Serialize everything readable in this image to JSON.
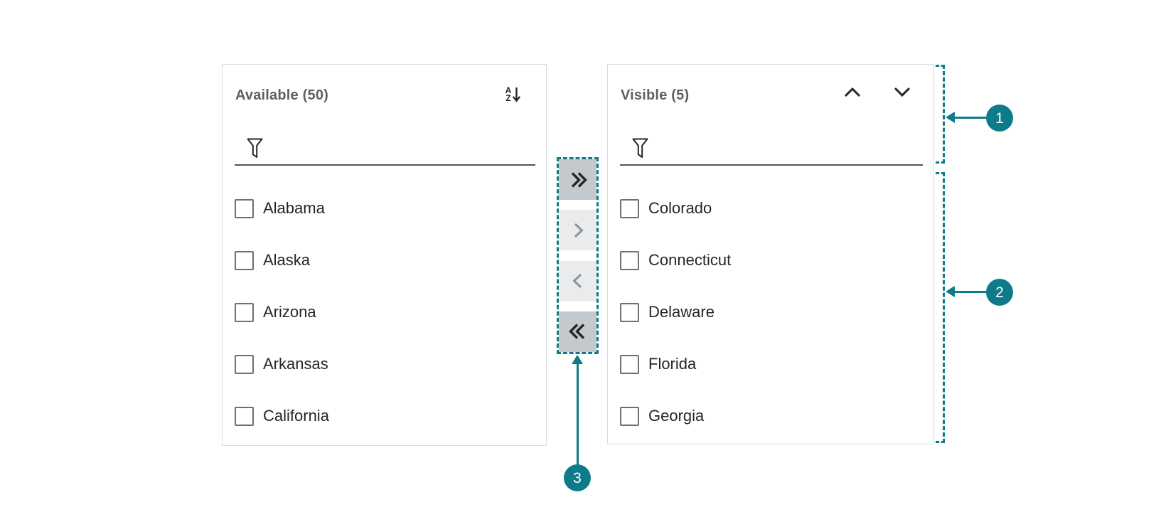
{
  "colors": {
    "accent_teal": "#0e7b8a",
    "panel_border": "#d9dde0",
    "transfer_button_dark_bg": "#c4c9ce",
    "transfer_button_light_bg": "#e9ebed",
    "icon_dark": "#21272a",
    "icon_disabled": "#8d949a",
    "filter_underline": "#50565c",
    "panel_title_text": "#5a6168",
    "item_text": "#21272a",
    "checkbox_border": "#697077"
  },
  "available_panel": {
    "title": "Available (50)",
    "sort_icon": {
      "top_letter": "A",
      "bottom_letter": "Z",
      "direction": "descending-arrow"
    },
    "filter_value": "",
    "items": [
      {
        "label": "Alabama",
        "checked": false
      },
      {
        "label": "Alaska",
        "checked": false
      },
      {
        "label": "Arizona",
        "checked": false
      },
      {
        "label": "Arkansas",
        "checked": false
      },
      {
        "label": "California",
        "checked": false
      }
    ]
  },
  "visible_panel": {
    "title": "Visible (5)",
    "reorder_icons": [
      "chevron-up-icon",
      "chevron-down-icon"
    ],
    "filter_value": "",
    "items": [
      {
        "label": "Colorado",
        "checked": false
      },
      {
        "label": "Connecticut",
        "checked": false
      },
      {
        "label": "Delaware",
        "checked": false
      },
      {
        "label": "Florida",
        "checked": false
      },
      {
        "label": "Georgia",
        "checked": false
      }
    ]
  },
  "transfer_buttons": [
    {
      "name": "move-all-right",
      "icon": "double-chevron-right-icon",
      "enabled": true
    },
    {
      "name": "move-right",
      "icon": "chevron-right-icon",
      "enabled": false
    },
    {
      "name": "move-left",
      "icon": "chevron-left-icon",
      "enabled": false
    },
    {
      "name": "move-all-left",
      "icon": "double-chevron-left-icon",
      "enabled": true
    }
  ],
  "callouts": [
    {
      "number": "1",
      "points_to": "visible-panel-header-region"
    },
    {
      "number": "2",
      "points_to": "visible-panel-list-region"
    },
    {
      "number": "3",
      "points_to": "transfer-buttons"
    }
  ]
}
